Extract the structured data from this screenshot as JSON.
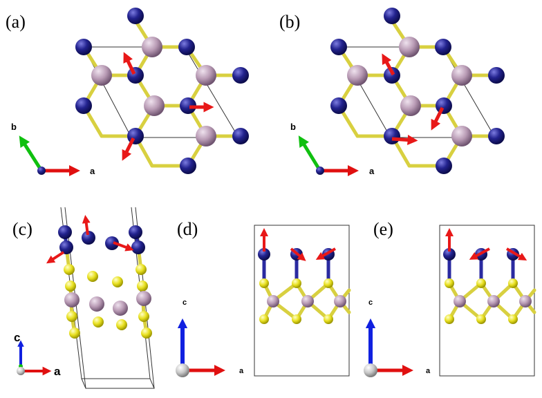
{
  "panels": {
    "a": {
      "label": "(a)",
      "axis_a": "a",
      "axis_b": "b"
    },
    "b": {
      "label": "(b)",
      "axis_a": "a",
      "axis_b": "b"
    },
    "c": {
      "label": "(c)",
      "axis_a": "a",
      "axis_c": "c"
    },
    "d": {
      "label": "(d)",
      "axis_a": "a",
      "axis_c": "c"
    },
    "e": {
      "label": "(e)",
      "axis_a": "a",
      "axis_c": "c"
    }
  },
  "colors": {
    "metal_atom": "#b89ab4",
    "dark_atom": "#1f1f8f",
    "chalcogen_atom": "#e8e020",
    "bond_yellow": "#d8d040",
    "bond_blue": "#2a2aa0",
    "displacement_arrow": "#e81818",
    "axis_a": "#e01010",
    "axis_b": "#10c010",
    "axis_c": "#1020e0",
    "origin_sphere": "#c8c8c8"
  }
}
